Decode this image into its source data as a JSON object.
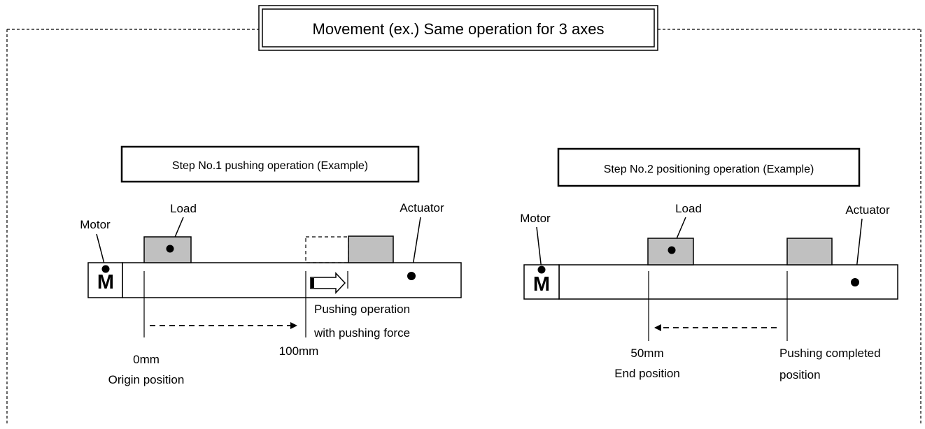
{
  "frame": {
    "title": "Movement (ex.) Same operation for 3 axes"
  },
  "step1": {
    "title": "Step No.1 pushing operation (Example)",
    "load_label": "Load",
    "motor_label": "Motor",
    "motor_letter": "M",
    "actuator_label": "Actuator",
    "push_label_line1": "Pushing operation",
    "push_label_line2": "with pushing force",
    "start_label": "0mm",
    "start_caption": "Origin position",
    "end_label": "100mm"
  },
  "step2": {
    "title": "Step No.2 positioning operation (Example)",
    "load_label": "Load",
    "motor_label": "Motor",
    "motor_letter": "M",
    "actuator_label": "Actuator",
    "target_label": "50mm",
    "target_caption": "End position",
    "start_caption_line1": "Pushing completed",
    "start_caption_line2": "position"
  }
}
